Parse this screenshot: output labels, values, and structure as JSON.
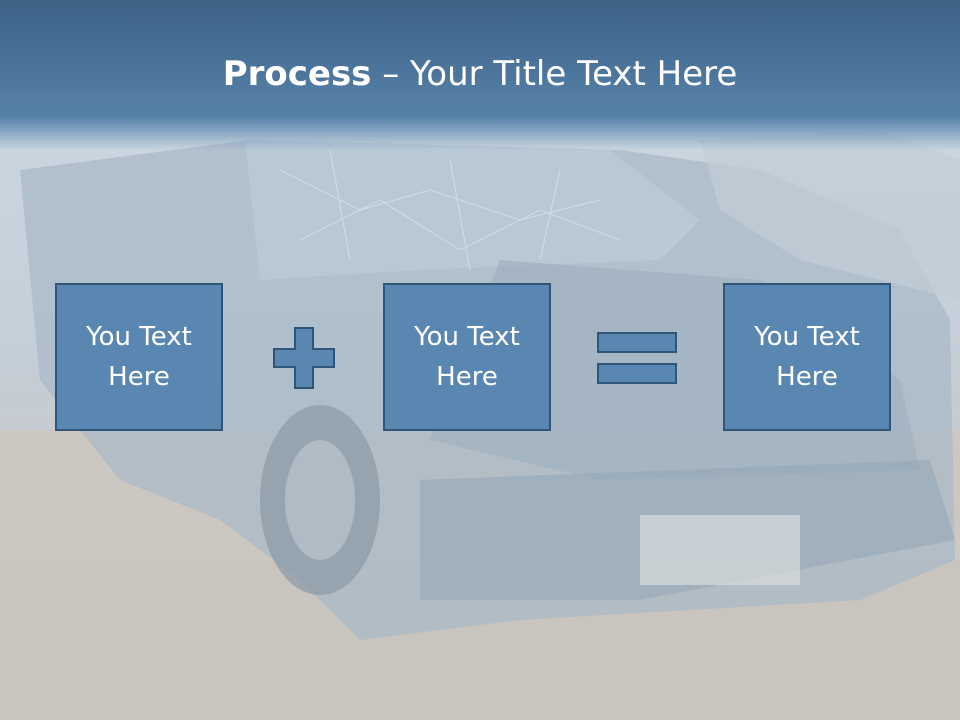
{
  "title": {
    "bold": "Process",
    "rest": " – Your Title Text Here"
  },
  "boxes": [
    {
      "label": "You Text Here"
    },
    {
      "label": "You Text Here"
    },
    {
      "label": "You Text Here"
    }
  ],
  "operators": {
    "first": "plus-icon",
    "second": "equals-icon"
  },
  "colors": {
    "title_band": "#4a7298",
    "box_fill": "#5a87b1",
    "box_border": "#2f5677",
    "text": "#ffffff"
  }
}
